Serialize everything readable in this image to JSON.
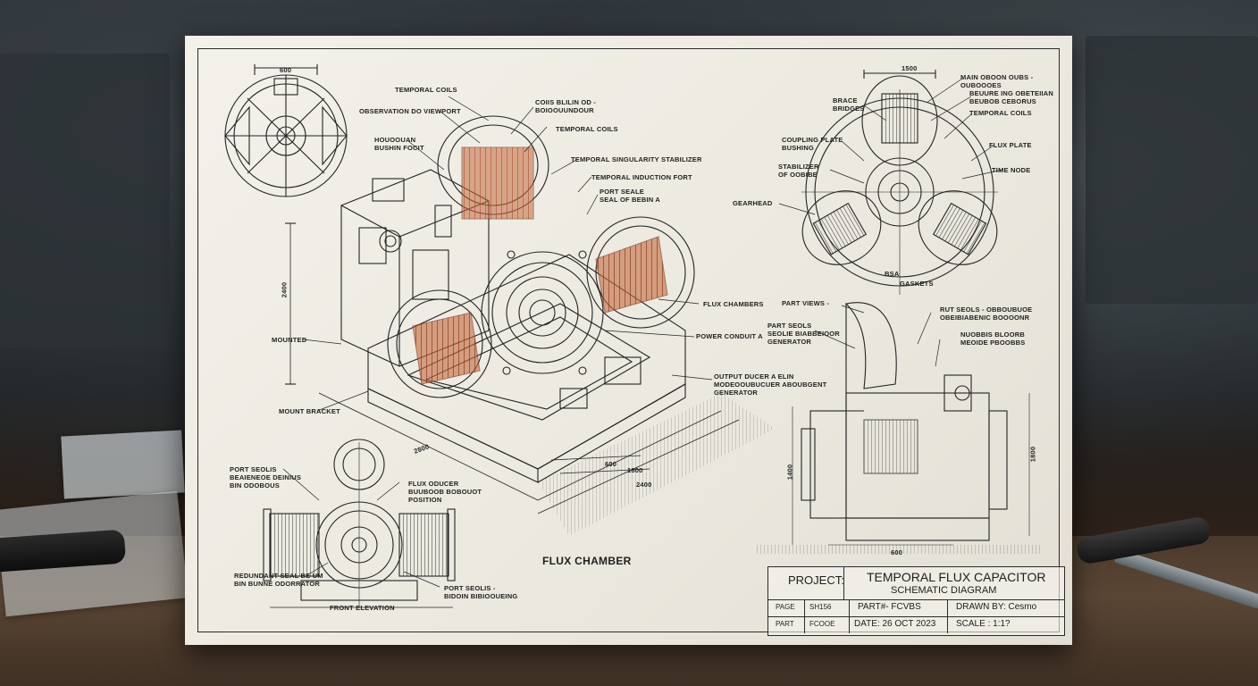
{
  "diagram": {
    "main_labels": {
      "temporal_coils_1": "TEMPORAL COILS",
      "observation_viewport": "OBSERVATION DO VIEWPORT",
      "coil_left": "COIIS BLILIN OD -\nBOIOOUUNDOUR",
      "temporal_coils_2": "TEMPORAL COILS",
      "housing_ribs": "HOUOOUAN\nBUSHIN FOCIT",
      "temporal_stabilizer": "TEMPORAL SINGULARITY STABILIZER",
      "temporal_induction": "TEMPORAL INDUCTION FORT",
      "port_seal": "PORT SEALE\nSEAL OF BEBIN A",
      "flux_chambers": "FLUX CHAMBERS",
      "power_conduit": "POWER CONDUIT A",
      "output_module": "OUTPUT DUCER A ELIN\nMODEOOUBUCUER ABOUBGENT\nGENERATOR",
      "mounted": "MOUNTED",
      "mount_bracket": "MOUNT BRACKET"
    },
    "dimensions": {
      "top_left": "600",
      "vertical": "2400",
      "diag_1": "2800",
      "diag_2": "600",
      "diag_3": "1800",
      "diag_4": "2400",
      "top_right": "1500",
      "bottom_right": "600",
      "side_right": "1800",
      "side_left": "1400"
    },
    "top_right_labels": {
      "main_coil": "MAIN OBOON OUBS -\nOUBOOOES",
      "coil_detail": "BEUURE ING OBETEIIAN\nBEUBOB CEBORUS",
      "temporal_coils": "TEMPORAL COILS",
      "brace": "BRACE\nBRIDGES",
      "flux_plate": "FLUX PLATE",
      "time_node": "TIME NODE",
      "coupling": "COUPLING PLATE\nBUSHING",
      "stabilizer": "STABILIZER\nOF OOBIBE",
      "gearhead": "GEARHEAD",
      "gaskets": "GASKETS",
      "bsa": "BSA"
    },
    "bottom_left_labels": {
      "port_seal": "PORT SEOLIS\nBEAIENEOE DEINIUS\nBIN ODOBOUS",
      "flux_coupler": "FLUX ODUCER\nBUUBOOB BOBOUOT\nPOSITION",
      "redundant_seal": "REDUNDANT SEAL BE UM\nBIN BUNNE ODORRATOR",
      "port_seal_2": "PORT SEOLIS -\nBIDOIN BIBIOOUEING",
      "front_elevation": "FRONT ELEVATION"
    },
    "bottom_right_labels": {
      "part_views": "PART VIEWS -",
      "port_seals": "PART SEOLS\nSEOLIE BIABBEIOOR\nGENERATOR",
      "rut_seals": "RUT SEOLS - OBBOUBUOE\nOBEIBIABENIC BOOOONR",
      "nuobbis": "NUOBBIS BLOORB\nMEOIDE PBOOBBS"
    },
    "flux_chamber_caption": "FLUX CHAMBER"
  },
  "title_block": {
    "project_label": "PROJECT:",
    "project_name": "TEMPORAL FLUX CAPACITOR",
    "subtitle": "SCHEMATIC DIAGRAM",
    "page_label": "PAGE",
    "page_value": "SH156",
    "part_label": "PART",
    "part_value": "FCOOE",
    "part_number": "PART#- FCVBS",
    "drawn_by": "DRAWN BY: Cesmo",
    "date": "DATE: 26 OCT 2023",
    "scale": "SCALE : 1:1?"
  },
  "colors": {
    "paper": "#efece3",
    "ink": "#232323",
    "copper": "#c0643a"
  }
}
